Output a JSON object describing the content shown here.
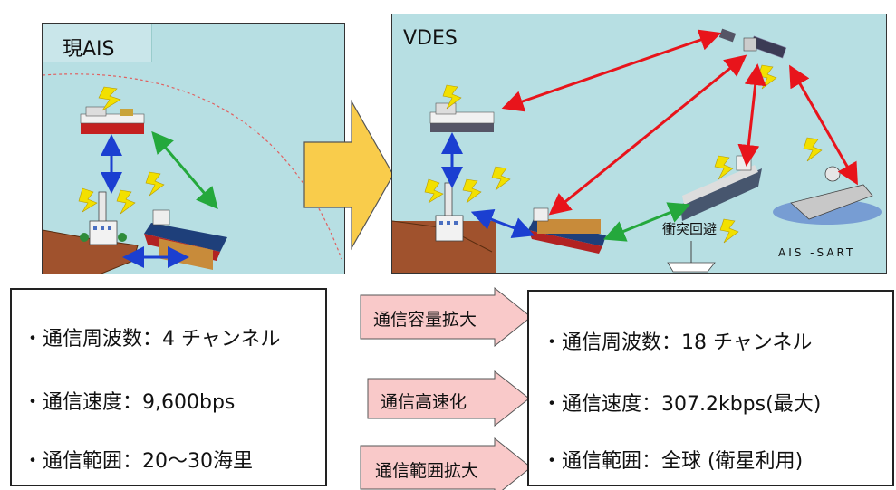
{
  "left_panel": {
    "title": "現AIS"
  },
  "right_panel": {
    "title": "VDES",
    "collision_label": "衝突回避",
    "sart_label": "AIS -SART"
  },
  "current_specs": [
    "・通信周波数：4 チャンネル",
    "・通信速度：9,600bps",
    "・通信範囲：20～30海里"
  ],
  "improvements": [
    "通信容量拡大",
    "通信高速化",
    "通信範囲拡大"
  ],
  "vdes_specs": [
    "・通信周波数：18 チャンネル",
    "・通信速度：307.2kbps(最大)",
    "・通信範囲：全球 (衛星利用)"
  ],
  "colors": {
    "panel_bg": "#b7dfe3",
    "arrow_red": "#e8141b",
    "arrow_blue": "#1b3fd1",
    "arrow_green": "#24a83c",
    "big_arrow": "#f9cc4b",
    "tag_arrow": "#f9c9c9",
    "land": "#a0522d"
  }
}
